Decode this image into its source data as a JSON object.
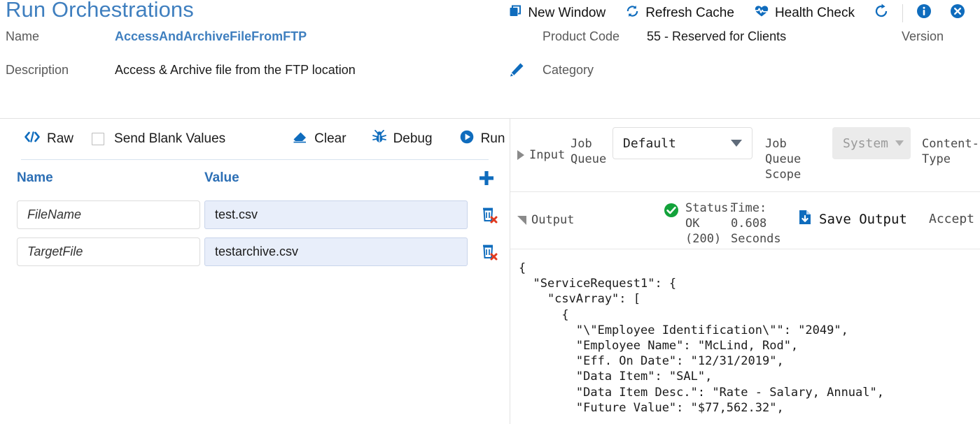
{
  "header": {
    "title": "Run Orchestrations",
    "actions": [
      {
        "id": "new-window",
        "label": "New Window",
        "icon": "new-window-icon"
      },
      {
        "id": "refresh-cache",
        "label": "Refresh Cache",
        "icon": "refresh-cache-icon"
      },
      {
        "id": "health-check",
        "label": "Health Check",
        "icon": "health-check-icon"
      }
    ],
    "icon_actions": [
      {
        "id": "reset",
        "icon": "reset-icon"
      },
      {
        "id": "info",
        "icon": "info-icon"
      },
      {
        "id": "close",
        "icon": "close-icon"
      }
    ],
    "fields": {
      "name_label": "Name",
      "name_value": "AccessAndArchiveFileFromFTP",
      "description_label": "Description",
      "description_value": "Access & Archive file from the FTP location",
      "product_code_label": "Product Code",
      "product_code_value": "55 - Reserved for Clients",
      "version_label": "Version",
      "version_value": "",
      "category_label": "Category",
      "category_value": "",
      "edit_icon": "pencil-icon"
    }
  },
  "left": {
    "toolbar": {
      "raw_label": "Raw",
      "send_blank_label": "Send Blank Values",
      "send_blank_checked": false,
      "clear_label": "Clear",
      "debug_label": "Debug",
      "run_label": "Run"
    },
    "columns": {
      "name": "Name",
      "value": "Value"
    },
    "add_label": "+",
    "rows": [
      {
        "name": "FileName",
        "value": "test.csv"
      },
      {
        "name": "TargetFile",
        "value": "testarchive.csv"
      }
    ]
  },
  "right": {
    "input": {
      "section_label": "Input",
      "expanded": false,
      "job_queue_label": "Job Queue",
      "job_queue_value": "Default",
      "job_queue_scope_label": "Job Queue Scope",
      "job_queue_scope_value": "System",
      "job_queue_scope_disabled": true,
      "content_type_label": "Content-Type"
    },
    "output": {
      "section_label": "Output",
      "expanded": true,
      "status_label": "Status:",
      "status_value": "OK",
      "status_code": "(200)",
      "time_label": "Time:",
      "time_value": "0.608",
      "time_unit": "Seconds",
      "save_output_label": "Save Output",
      "save_output_icon": "download-file-icon",
      "accept_label": "Accept",
      "json": "{\n  \"ServiceRequest1\": {\n    \"csvArray\": [\n      {\n        \"\\\"Employee Identification\\\"\": \"2049\",\n        \"Employee Name\": \"McLind, Rod\",\n        \"Eff. On Date\": \"12/31/2019\",\n        \"Data Item\": \"SAL\",\n        \"Data Item Desc.\": \"Rate - Salary, Annual\",\n        \"Future Value\": \"$77,562.32\","
    }
  },
  "colors": {
    "accent_blue": "#0f6cbd",
    "title_blue": "#3f7fbf",
    "status_green": "#12a23a",
    "delete_red": "#e03a1f"
  }
}
